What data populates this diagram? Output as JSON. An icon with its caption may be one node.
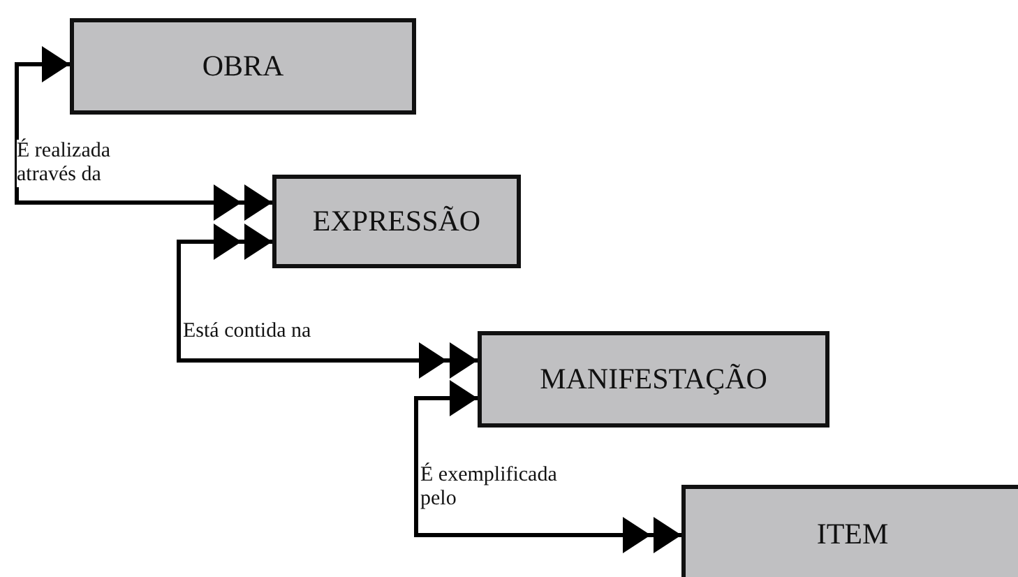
{
  "diagram": {
    "nodes": [
      {
        "text": [
          "OBRA"
        ]
      },
      {
        "text": [
          "EXPRESSÃO"
        ]
      },
      {
        "text": [
          "MANIFESTAÇÃO"
        ]
      },
      {
        "text": [
          "ITEM"
        ]
      }
    ],
    "edges": [
      {
        "from": 0,
        "to": 1,
        "arrow": "both",
        "label": "É realizada através da"
      },
      {
        "from": 1,
        "to": 2,
        "arrow": "both",
        "label": "Está contida na"
      },
      {
        "from": 2,
        "to": 3,
        "arrow": "both",
        "label": "É exemplificada pelo"
      }
    ]
  }
}
